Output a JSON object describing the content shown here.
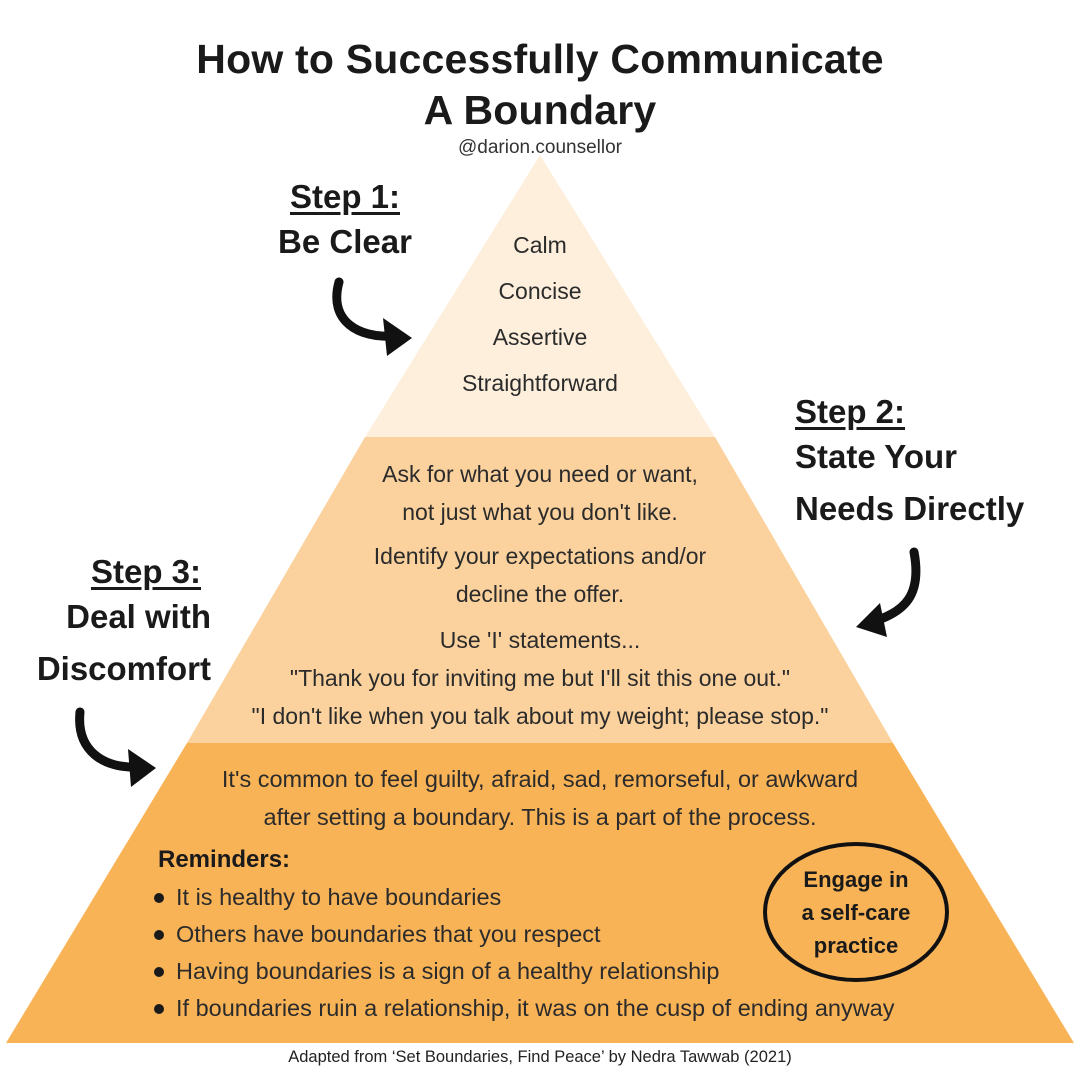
{
  "title": {
    "line1": "How to Successfully Communicate",
    "line2": "A Boundary"
  },
  "handle": "@darion.counsellor",
  "colors": {
    "tier_top": "#fdefdc",
    "tier_middle": "#fbd29d",
    "tier_bottom": "#f9b357",
    "ink": "#111111"
  },
  "step1": {
    "num": "Step 1:",
    "name": "Be Clear"
  },
  "step2": {
    "num": "Step 2:",
    "line1": "State Your",
    "line2": "Needs Directly"
  },
  "step3": {
    "num": "Step 3:",
    "line1": "Deal with",
    "line2": "Discomfort"
  },
  "tier_top": {
    "items": [
      "Calm",
      "Concise",
      "Assertive",
      "Straightforward"
    ]
  },
  "tier_middle": {
    "p1": [
      "Ask for what you need or want,",
      "not just what you don't like."
    ],
    "p2": [
      "Identify your expectations and/or",
      "decline the offer."
    ],
    "p3": [
      "Use 'I' statements...",
      "\"Thank you for inviting me but I'll sit this one out.\"",
      "\"I don't like when you talk about my weight; please stop.\""
    ]
  },
  "tier_bottom": {
    "intro": [
      "It's common to feel guilty, afraid, sad, remorseful, or awkward",
      "after setting a boundary. This is a part of the process."
    ],
    "reminders_title": "Reminders:",
    "reminders": [
      "It is healthy to have boundaries",
      "Others have boundaries that you respect",
      "Having boundaries is a sign of a healthy relationship",
      "If boundaries ruin a relationship, it was on the cusp of ending anyway"
    ],
    "oval": [
      "Engage in",
      "a self-care",
      "practice"
    ]
  },
  "footer": "Adapted from ‘Set Boundaries, Find Peace’ by Nedra Tawwab (2021)"
}
